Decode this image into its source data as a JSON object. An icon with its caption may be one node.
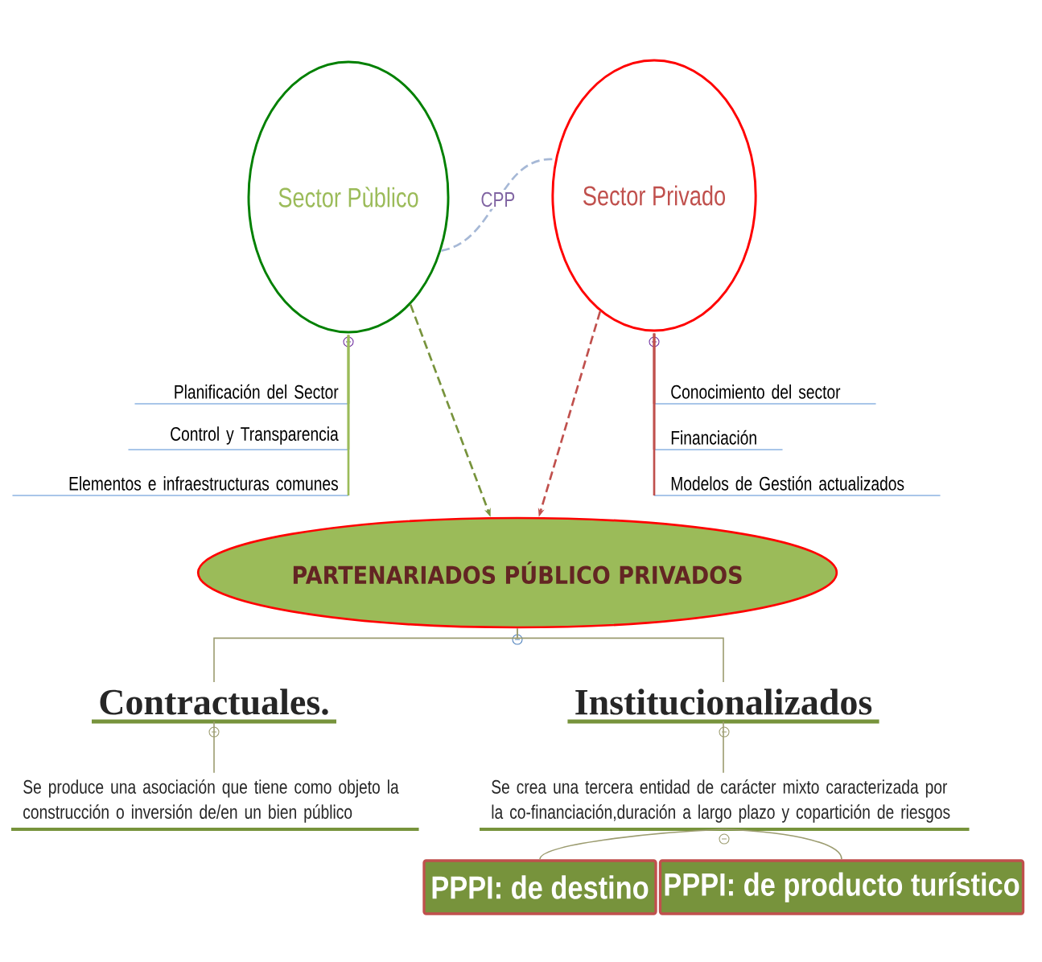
{
  "diagram": {
    "nodes": [
      {
        "text": [
          "Sector Pùblico"
        ]
      },
      {
        "text": [
          "Sector Privado"
        ]
      },
      {
        "text": [
          "Planificación del Sector"
        ]
      },
      {
        "text": [
          "Control y Transparencia"
        ]
      },
      {
        "text": [
          "Elementos e infraestructuras comunes"
        ]
      },
      {
        "text": [
          "Conocimiento del sector"
        ]
      },
      {
        "text": [
          "Financiación"
        ]
      },
      {
        "text": [
          "Modelos de Gestión actualizados"
        ]
      },
      {
        "text": [
          "PARTENARIADOS PÚBLICO PRIVADOS"
        ]
      },
      {
        "text": [
          "Contractuales."
        ]
      },
      {
        "text": [
          "Institucionalizados"
        ]
      },
      {
        "text": [
          "Se produce una asociación que tiene como objeto la construcción o inversión de/en un bien público"
        ]
      },
      {
        "text": [
          "Se crea una tercera entidad de carácter mixto caracterizada por la co-financiación,duración a largo plazo y copartición de riesgos"
        ]
      },
      {
        "text": [
          "PPPI: de destino"
        ]
      },
      {
        "text": [
          "PPPI: de producto turístico"
        ]
      }
    ],
    "edges": [
      {
        "from": 0,
        "to": 1,
        "arrow": "none",
        "label": "CPP",
        "style": "dashed",
        "color": "#a6b8d6"
      },
      {
        "from": 0,
        "to": 2,
        "arrow": "none",
        "color": "#9bbb59"
      },
      {
        "from": 0,
        "to": 3,
        "arrow": "none",
        "color": "#9bbb59"
      },
      {
        "from": 0,
        "to": 4,
        "arrow": "none",
        "color": "#9bbb59"
      },
      {
        "from": 1,
        "to": 5,
        "arrow": "none",
        "color": "#c0504d"
      },
      {
        "from": 1,
        "to": 6,
        "arrow": "none",
        "color": "#c0504d"
      },
      {
        "from": 1,
        "to": 7,
        "arrow": "none",
        "color": "#c0504d"
      },
      {
        "from": 0,
        "to": 8,
        "arrow": "to",
        "style": "dashed",
        "color": "#77933c"
      },
      {
        "from": 1,
        "to": 8,
        "arrow": "to",
        "style": "dashed",
        "color": "#c0504d"
      },
      {
        "from": 8,
        "to": 9,
        "arrow": "none"
      },
      {
        "from": 8,
        "to": 10,
        "arrow": "none"
      },
      {
        "from": 9,
        "to": 11,
        "arrow": "none"
      },
      {
        "from": 10,
        "to": 12,
        "arrow": "none"
      },
      {
        "from": 12,
        "to": 13,
        "arrow": "none"
      },
      {
        "from": 12,
        "to": 14,
        "arrow": "none"
      }
    ]
  }
}
